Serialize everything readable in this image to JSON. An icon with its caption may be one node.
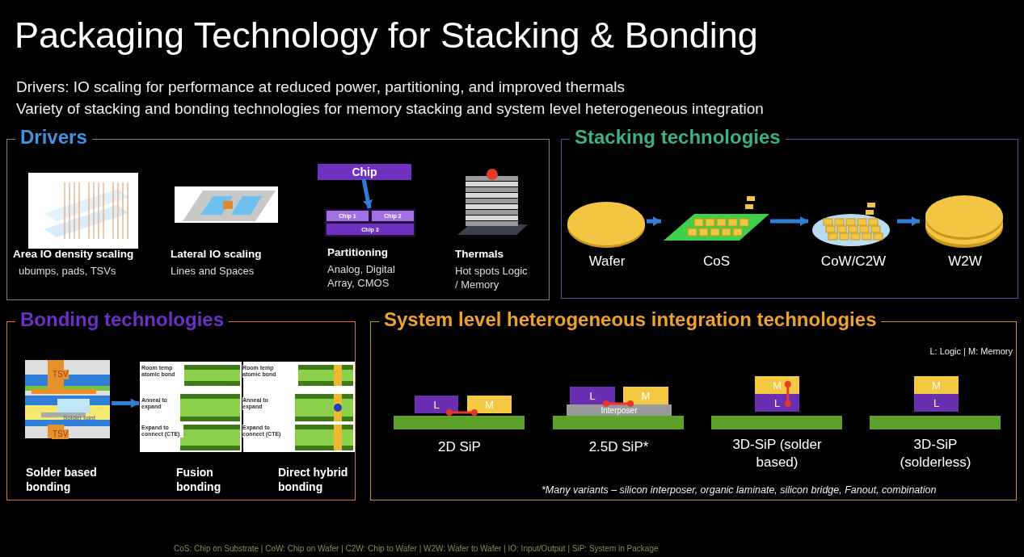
{
  "diagram": {
    "title": "Packaging Technology for Stacking & Bonding",
    "nodes": [
      {
        "text": [
          "Drivers"
        ]
      },
      {
        "text": [
          "Area IO density scaling",
          "ubumps, pads, TSVs"
        ],
        "in": 0
      },
      {
        "text": [
          "Lateral IO scaling",
          "Lines and Spaces"
        ],
        "in": 0
      },
      {
        "text": [
          "Partitioning",
          "Analog, Digital Array, CMOS"
        ],
        "in": 0
      },
      {
        "text": [
          "Chip"
        ],
        "in": 3
      },
      {
        "text": [],
        "shape": "box",
        "in": 3
      },
      {
        "text": [
          "Chip 1"
        ],
        "in": 5
      },
      {
        "text": [
          "Chip 2"
        ],
        "in": 5
      },
      {
        "text": [
          "Chip 3"
        ],
        "in": 5
      },
      {
        "text": [
          "Thermals",
          "Hot spots Logic / Memory"
        ],
        "in": 0
      },
      {
        "text": [
          "Stacking technologies"
        ]
      },
      {
        "text": [
          "Wafer"
        ],
        "in": 10
      },
      {
        "text": [
          "CoS"
        ],
        "in": 10
      },
      {
        "text": [
          "CoW/C2W"
        ],
        "in": 10
      },
      {
        "text": [
          "W2W"
        ],
        "in": 10
      },
      {
        "text": [
          "Bonding technologies"
        ]
      },
      {
        "text": [
          "Solder based bonding"
        ],
        "in": 15
      },
      {
        "text": [
          "Fusion bonding"
        ],
        "in": 15
      },
      {
        "text": [
          "Direct hybrid bonding"
        ],
        "in": 15
      },
      {
        "text": [
          "System level heterogeneous integration technologies"
        ]
      },
      {
        "text": [
          "2D SiP"
        ],
        "in": 19
      },
      {
        "text": [
          "L"
        ],
        "in": 19
      },
      {
        "text": [
          "M"
        ],
        "in": 19
      },
      {
        "text": [
          "2.5D SiP*"
        ],
        "in": 19
      },
      {
        "text": [
          "L"
        ],
        "in": 19
      },
      {
        "text": [
          "M"
        ],
        "in": 19
      },
      {
        "text": [
          "Interposer"
        ],
        "in": 19
      },
      {
        "text": [
          "3D-SiP (solder based)"
        ],
        "in": 19
      },
      {
        "text": [
          "M"
        ],
        "in": 19
      },
      {
        "text": [
          "L"
        ],
        "in": 19
      },
      {
        "text": [
          "3D-SiP (solderless)"
        ],
        "in": 19
      },
      {
        "text": [
          "M"
        ],
        "in": 19
      },
      {
        "text": [
          "L"
        ],
        "in": 19
      }
    ],
    "edges": [
      {
        "from": 4,
        "to": 5,
        "arrow": "to"
      },
      {
        "from": 11,
        "to": 12,
        "arrow": "to"
      },
      {
        "from": 12,
        "to": 13,
        "arrow": "to"
      },
      {
        "from": 13,
        "to": 14,
        "arrow": "to"
      },
      {
        "from": 16,
        "to": 17,
        "arrow": "to"
      },
      {
        "from": 21,
        "to": 22,
        "arrow": "other",
        "color": "#e8372c"
      },
      {
        "from": 24,
        "to": 25,
        "arrow": "other",
        "color": "#e8372c"
      },
      {
        "from": 28,
        "to": 29,
        "arrow": "other",
        "color": "#e8372c"
      }
    ],
    "labels": [
      "Drivers: IO scaling for performance at reduced power, partitioning, and improved thermals",
      "Variety of stacking and bonding technologies for memory stacking and system level heterogeneous integration",
      "TSV",
      "Solder joint",
      "TSV",
      "Room temp atomic bond",
      "Anneal to expand",
      "Expand to connect (CTE)",
      "Room temp atomic bond",
      "Anneal to expand",
      "Expand to connect (CTE)",
      "L: Logic | M: Memory",
      "*Many variants – silicon interposer, organic laminate, silicon bridge, Fanout, combination",
      "CoS: Chip on Substrate | CoW: Chip on Wafer | C2W: Chip to Wafer | W2W: Wafer to Wafer | IO: Input/Output | SiP: System in Package"
    ]
  }
}
